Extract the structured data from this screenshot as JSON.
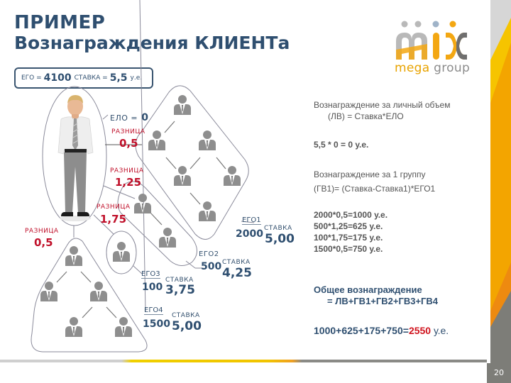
{
  "title": {
    "line1": "ПРИМЕР",
    "line2": "Вознаграждения КЛИЕНТа"
  },
  "summary_box": {
    "ego_label": "ЕГО =",
    "ego_value": "4100",
    "rate_label": "СТАВКА =",
    "rate_value": "5,5",
    "unit": "у.е."
  },
  "logo": {
    "word": "mix",
    "sub_part1": "mega",
    "sub_part2": "group",
    "colors": {
      "gray": "#b9b9b9",
      "orange": "#f3a712",
      "dark": "#6f6f6f"
    }
  },
  "diagram": {
    "client": {
      "elo_label": "ЕЛО =",
      "elo_value": "0"
    },
    "differences": [
      {
        "label": "РАЗНИЦА",
        "value": "0,5"
      },
      {
        "label": "РАЗНИЦА",
        "value": "1,25"
      },
      {
        "label": "РАЗНИЦА",
        "value": "1,75"
      },
      {
        "label": "РАЗНИЦА",
        "value": "0,5"
      }
    ],
    "groups": [
      {
        "ego_label": "ЕГО1",
        "ego_value": "2000",
        "rate_label": "СТАВКА",
        "rate_value": "5,00"
      },
      {
        "ego_label": "ЕГО2",
        "ego_value": "500",
        "rate_label": "СТАВКА",
        "rate_value": "4,25"
      },
      {
        "ego_label": "ЕГО3",
        "ego_value": "100",
        "rate_label": "СТАВКА",
        "rate_value": "3,75"
      },
      {
        "ego_label": "ЕГО4",
        "ego_value": "1500",
        "rate_label": "СТАВКА",
        "rate_value": "5,00"
      }
    ],
    "icon": "person-in-suit-icon"
  },
  "explanation": {
    "lv_line1": "Вознаграждение за личный объем",
    "lv_line2": "(ЛВ) = Ставка*ЕЛО",
    "lv_calc": "5,5 * 0 = 0 у.е.",
    "gv_line1": "Вознаграждение за 1 группу",
    "gv_line2": "(ГВ1)= (Ставка-Ставка1)*ЕГО1",
    "calcs": [
      "2000*0,5=1000 у.е.",
      "500*1,25=625 у.е.",
      "100*1,75=175 у.е.",
      "1500*0,5=750 у.е."
    ],
    "total_line1": "Общее вознаграждение",
    "total_line2": "= ЛВ+ГВ1+ГВ2+ГВ3+ГВ4",
    "total_expr": "1000+625+175+750=",
    "total_value": "2550",
    "total_unit": "у.е."
  },
  "footer": {
    "page_number": "20"
  },
  "colors": {
    "title_blue": "#2f4f70",
    "accent_red": "#c0102a",
    "icon_gray": "#8e8e8e",
    "band_yellow": "#f6c400",
    "band_orange": "#f3a500",
    "band_gray": "#7d7d78"
  }
}
